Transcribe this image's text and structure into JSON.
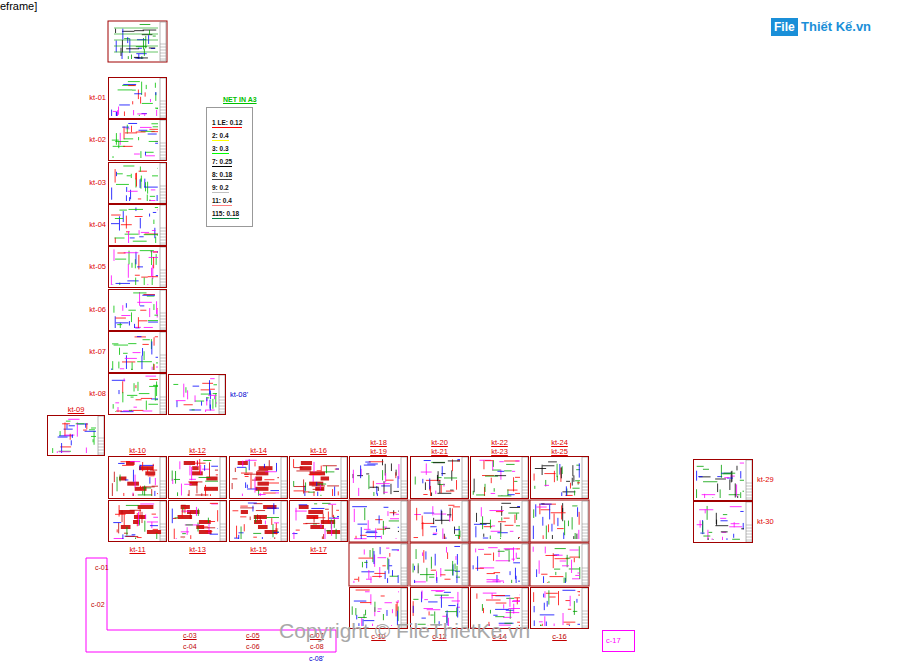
{
  "diagram": {
    "nodes": [
      {
        "text": [
          "kt-01"
        ]
      },
      {
        "text": [
          "kt-02"
        ]
      },
      {
        "text": [
          "kt-03"
        ]
      },
      {
        "text": [
          "kt-04"
        ]
      },
      {
        "text": [
          "kt-05"
        ]
      },
      {
        "text": [
          "kt-06"
        ]
      },
      {
        "text": [
          "kt-07"
        ]
      },
      {
        "text": [
          "kt-08"
        ]
      },
      {
        "text": [
          "kt-08'"
        ]
      },
      {
        "text": [
          "kt-09"
        ]
      },
      {
        "text": [
          "kt-10"
        ]
      },
      {
        "text": [
          "kt-11"
        ]
      },
      {
        "text": [
          "kt-12"
        ]
      },
      {
        "text": [
          "kt-13"
        ]
      },
      {
        "text": [
          "kt-14"
        ]
      },
      {
        "text": [
          "kt-15"
        ]
      },
      {
        "text": [
          "kt-16"
        ]
      },
      {
        "text": [
          "kt-17"
        ]
      },
      {
        "text": [
          "kt-18",
          "kt-19"
        ]
      },
      {
        "text": [
          "kt-20",
          "kt-21"
        ]
      },
      {
        "text": [
          "kt-22",
          "kt-23"
        ]
      },
      {
        "text": [
          "kt-24",
          "kt-25"
        ]
      },
      {
        "text": [
          "c-10"
        ]
      },
      {
        "text": [
          "c-12"
        ]
      },
      {
        "text": [
          "c-14"
        ]
      },
      {
        "text": [
          "c-16"
        ]
      },
      {
        "text": [
          "c-17"
        ]
      },
      {
        "text": [
          "kt-29"
        ]
      },
      {
        "text": [
          "kt-30"
        ]
      }
    ],
    "labels": [
      "eframe]",
      "NET IN A3",
      "c-01",
      "c-02",
      "c-03",
      "c-04",
      "c-05",
      "c-06",
      "c-07",
      "c-08",
      "c-08'",
      "Copyright © FileThietKe.vn",
      "File",
      "Thiết Kế.vn"
    ],
    "legend": [
      {
        "text": "1 LE: 0.12",
        "color": "#ff0000"
      },
      {
        "text": "2: 0.4",
        "color": "#ffff00"
      },
      {
        "text": "3: 0.3",
        "color": "#00ff00"
      },
      {
        "text": "7: 0.25",
        "color": "#000000"
      },
      {
        "text": "8: 0.18",
        "color": "#414141"
      },
      {
        "text": "9: 0.2",
        "color": "#c0c0c0"
      },
      {
        "text": "11: 0.4",
        "color": "#ff7f7f"
      },
      {
        "text": "115: 0.18",
        "color": "#007f3f"
      }
    ]
  }
}
